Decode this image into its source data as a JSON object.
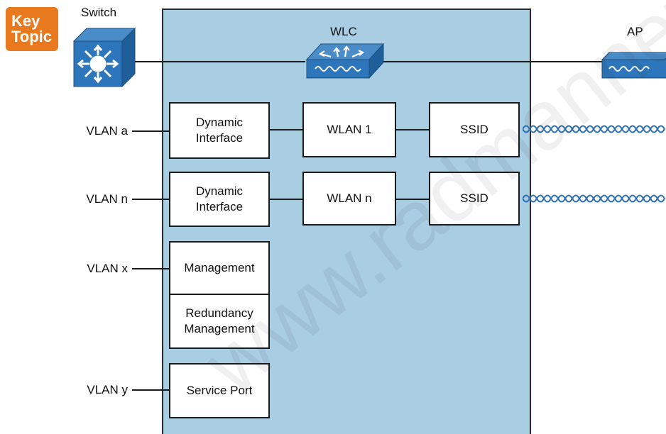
{
  "badge": {
    "line1": "Key",
    "line2": "Topic",
    "color": "#e8791e"
  },
  "devices": {
    "switch": {
      "label": "Switch",
      "icon": "switch-icon"
    },
    "wlc": {
      "label": "WLC",
      "icon": "wlc-icon"
    },
    "ap": {
      "label": "AP",
      "icon": "access-point-icon"
    }
  },
  "vlans": [
    "VLAN a",
    "VLAN n",
    "VLAN x",
    "VLAN y"
  ],
  "interfaces": {
    "dynamic_a": "Dynamic Interface",
    "dynamic_n": "Dynamic Interface",
    "management": "Management",
    "redundancy": "Redundancy Management",
    "service_port": "Service Port"
  },
  "wlans": [
    "WLAN 1",
    "WLAN n"
  ],
  "ssids": [
    "SSID",
    "SSID"
  ],
  "colors": {
    "wlc_panel": "#a9cde2",
    "device_blue": "#2d6fb0",
    "wave": "#2d6fb0"
  },
  "watermark": "www.radmannetworld.com"
}
